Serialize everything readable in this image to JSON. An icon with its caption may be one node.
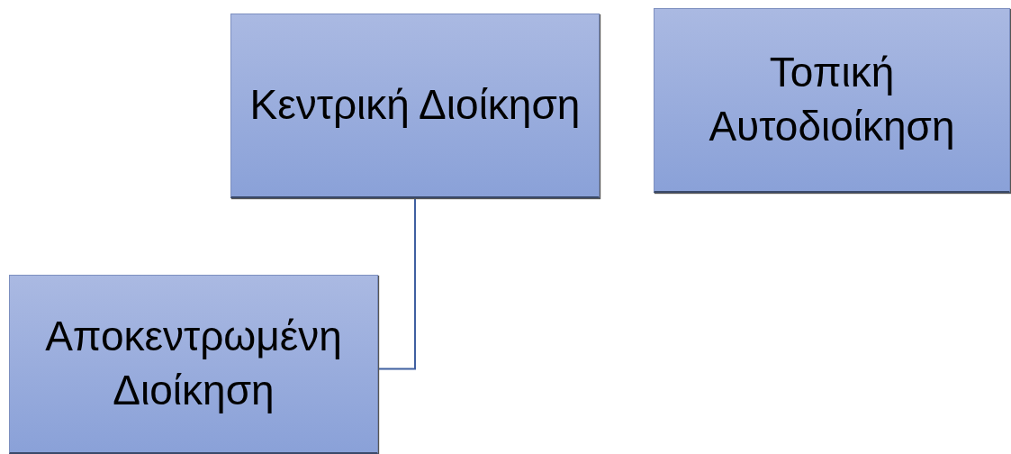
{
  "diagram": {
    "nodes": [
      {
        "text": [
          "Κεντρική Διοίκηση"
        ]
      },
      {
        "text": [
          "Τοπική Αυτοδιοίκηση"
        ]
      },
      {
        "text": [
          "Αποκεντρωμένη Διοίκηση"
        ]
      }
    ],
    "edges": [
      {
        "from": 0,
        "to": 2,
        "arrow": "none"
      }
    ]
  }
}
